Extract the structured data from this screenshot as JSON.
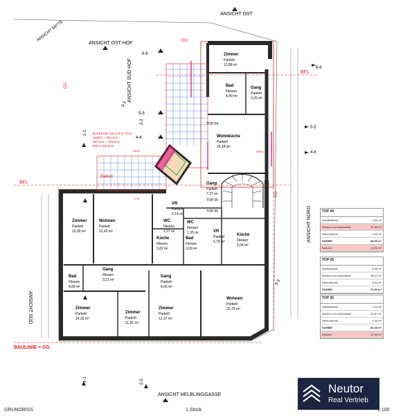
{
  "directions": {
    "ost": "ANSICHT OST",
    "mitte": "ANSICHT MITTE",
    "ost_hof": "ANSICHT OST HOF",
    "sued_hof": "ANSICHT SÜD HOF",
    "nord": "ANSICHT NORD",
    "sued": "ANSICHT SÜD",
    "helbling": "ANSICHT HELBLINGGASSE"
  },
  "markers": {
    "gg": "GG",
    "bfl": "BFL",
    "baulinie": "BAULINIE = GG",
    "s66": "6-6",
    "s55": "5-5",
    "s44": "4-4",
    "s22": "2-2",
    "s11": "1-1",
    "s33": "3-3",
    "fpl": "FPL",
    "aw01": "AW01",
    "aw03": "AW03"
  },
  "balkon_note": {
    "l1": "BALKONE max 2/3 d. Front",
    "l2": "1065/3 = 352,3cm",
    "l3": "353,3x2 = 706,6cm",
    "l4": "605 ≤ 706,6cm"
  },
  "balkon_label": "Balkon",
  "rooms": [
    {
      "name": "Zimmer",
      "floor": "Parkett",
      "area": "12,89 m²"
    },
    {
      "name": "Bad",
      "floor": "Fliesen",
      "area": "4,40 m²"
    },
    {
      "name": "Gang",
      "floor": "Parkett",
      "area": "3,25 m²"
    },
    {
      "name": "Wohnküche",
      "floor": "Parkett",
      "area": "25,18 m²"
    },
    {
      "name": "Gang",
      "floor": "Parkett",
      "area": "7,37 m²"
    },
    {
      "name": "VR",
      "floor": "Parkett",
      "area": "5,14 m²"
    },
    {
      "name": "WC",
      "floor": "Fliesen",
      "area": "1,27 m²"
    },
    {
      "name": "WC",
      "floor": "Fliesen",
      "area": "1,35 m²"
    },
    {
      "name": "VR",
      "floor": "Parkett",
      "area": "5,78 m²"
    },
    {
      "name": "Küche",
      "floor": "Fliesen",
      "area": "6,04 m²"
    },
    {
      "name": "Küche",
      "floor": "Fliesen",
      "area": "5,82 m²"
    },
    {
      "name": "Bad",
      "floor": "Fliesen",
      "area": "3,00 m²"
    },
    {
      "name": "Zimmer",
      "floor": "Parkett",
      "area": "10,30 m²"
    },
    {
      "name": "Wohnen",
      "floor": "Parkett",
      "area": "22,43 m²"
    },
    {
      "name": "Bad",
      "floor": "Fliesen",
      "area": "4,89 m²"
    },
    {
      "name": "Gang",
      "floor": "Fliesen",
      "area": "3,21 m²"
    },
    {
      "name": "Gang",
      "floor": "Parkett",
      "area": "6,66 m²"
    },
    {
      "name": "Wohnen",
      "floor": "Parkett",
      "area": "22,79 m²"
    },
    {
      "name": "Zimmer",
      "floor": "Parkett",
      "area": "14,32 m²"
    },
    {
      "name": "Zimmer",
      "floor": "Parkett",
      "area": "11,91 m²"
    },
    {
      "name": "Zimmer",
      "floor": "Parkett",
      "area": "12,37 m²"
    }
  ],
  "tops": {
    "t04": "TOP 04",
    "t05": "TOP 05",
    "t06": "TOP 06"
  },
  "tables": [
    {
      "title": "TOP 04",
      "rows": [
        {
          "label": "Sanitärflüche",
          "value": "4,90 m²"
        },
        {
          "label": "Wohnen und Aufenthalt",
          "value": "37,83 m²"
        },
        {
          "label": "Nebenräume",
          "value": "3,25 m²"
        },
        {
          "label": "SUMME",
          "value": "46,05 m²"
        },
        {
          "label": "Balkone",
          "value": "13,94 m²"
        }
      ]
    },
    {
      "title": "TOP 05",
      "rows": [
        {
          "label": "Sanitärflüche",
          "value": "6,36 m²"
        },
        {
          "label": "Wohnen und Aufenthalt",
          "value": "56,11 m²"
        },
        {
          "label": "Nebenräume",
          "value": "8,33 m²"
        },
        {
          "label": "SUMME",
          "value": "70,80 m²"
        }
      ]
    },
    {
      "title": "TOP 06",
      "rows": [
        {
          "label": "Sanitärflüche",
          "value": "7,14 m²"
        },
        {
          "label": "Wohnen und Aufenthalt",
          "value": "52,87 m²"
        },
        {
          "label": "Nebenräume",
          "value": "6,35 m²"
        },
        {
          "label": "SUMME",
          "value": "66,36 m²"
        },
        {
          "label": "Balkone",
          "value": "12,99 m²"
        }
      ]
    }
  ],
  "logo": {
    "name": "Neutor",
    "sub": "Real Vertrieb"
  },
  "footer": {
    "left": "GRUNDRISS",
    "center": "1.Stock",
    "right": "1:100"
  },
  "colors": {
    "wall": "#2a2a2a",
    "red": "#e0201e",
    "magenta": "#e2007a",
    "blue": "#3a5fd0",
    "highlight": "#f7c6c6"
  }
}
